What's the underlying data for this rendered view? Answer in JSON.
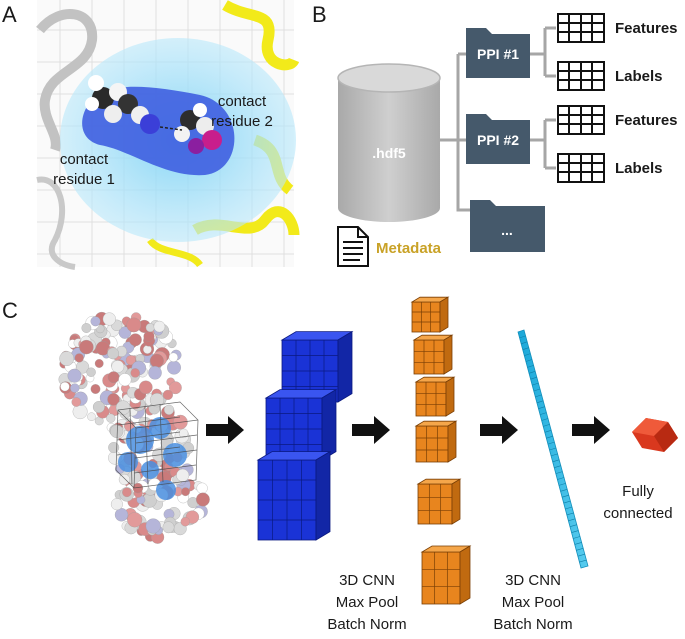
{
  "panels": {
    "a": {
      "letter": "A",
      "residue1": [
        "contact",
        "residue 1"
      ],
      "residue2": [
        "contact",
        "residue 2"
      ]
    },
    "b": {
      "letter": "B",
      "database": ".hdf5",
      "folders": [
        "PPI #1",
        "PPI #2",
        "..."
      ],
      "tables": [
        "Features",
        "Labels",
        "Features",
        "Labels"
      ],
      "metadata": "Metadata"
    },
    "c": {
      "letter": "C",
      "stage1": [
        "3D CNN",
        "Max Pool",
        "Batch Norm"
      ],
      "stage2": [
        "3D CNN",
        "Max Pool",
        "Batch Norm"
      ],
      "output": [
        "Fully",
        "connected"
      ]
    }
  },
  "colors": {
    "folder": "#45596b",
    "database": "#bdbdbd",
    "metadata_text": "#c9a227",
    "cube_blue": "#1a33d6",
    "cube_orange": "#e8851e",
    "vector_cyan": "#29b6e3",
    "output_red": "#d9381e",
    "helix_yellow": "#f2ea1a"
  }
}
